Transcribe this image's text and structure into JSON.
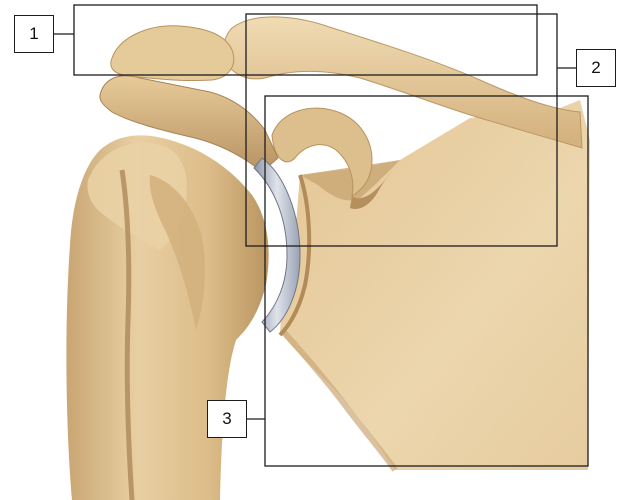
{
  "labels": [
    {
      "id": "1",
      "text": "1"
    },
    {
      "id": "2",
      "text": "2"
    },
    {
      "id": "3",
      "text": "3"
    }
  ],
  "colors": {
    "bone_light": "#ead3a8",
    "bone_mid": "#ddbb88",
    "bone_shadow": "#c4a270",
    "bone_dark": "#9f7e55",
    "cartilage": "#c2c8d4",
    "outline": "#1c1c1c",
    "background": "#ffffff"
  }
}
